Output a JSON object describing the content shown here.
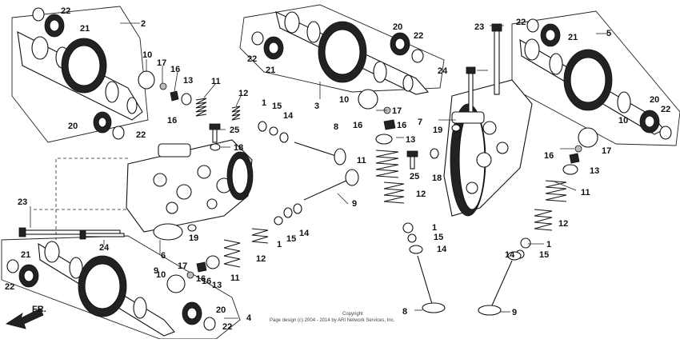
{
  "diagram": {
    "direction_label": "FR.",
    "copyright_line1": "Copyright",
    "copyright_line2": "Page design (c) 2004 - 2014 by ARI Network Services, Inc.",
    "callouts": [
      {
        "id": "c1",
        "text": "22"
      },
      {
        "id": "c2",
        "text": "21"
      },
      {
        "id": "c3",
        "text": "2"
      },
      {
        "id": "c4",
        "text": "10"
      },
      {
        "id": "c5",
        "text": "17"
      },
      {
        "id": "c6",
        "text": "16"
      },
      {
        "id": "c7",
        "text": "13"
      },
      {
        "id": "c8",
        "text": "16"
      },
      {
        "id": "c9",
        "text": "11"
      },
      {
        "id": "c10",
        "text": "12"
      },
      {
        "id": "c11",
        "text": "20"
      },
      {
        "id": "c12",
        "text": "22"
      },
      {
        "id": "c13",
        "text": "25"
      },
      {
        "id": "c14",
        "text": "18"
      },
      {
        "id": "c15",
        "text": "1"
      },
      {
        "id": "c16",
        "text": "15"
      },
      {
        "id": "c17",
        "text": "14"
      },
      {
        "id": "c18",
        "text": "8"
      },
      {
        "id": "c19",
        "text": "20"
      },
      {
        "id": "c20",
        "text": "22"
      },
      {
        "id": "c21",
        "text": "22"
      },
      {
        "id": "c22",
        "text": "21"
      },
      {
        "id": "c23",
        "text": "3"
      },
      {
        "id": "c24",
        "text": "10"
      },
      {
        "id": "c25",
        "text": "17"
      },
      {
        "id": "c26",
        "text": "16"
      },
      {
        "id": "c27",
        "text": "16"
      },
      {
        "id": "c28",
        "text": "13"
      },
      {
        "id": "c29",
        "text": "11"
      },
      {
        "id": "c30",
        "text": "12"
      },
      {
        "id": "c31",
        "text": "25"
      },
      {
        "id": "c32",
        "text": "18"
      },
      {
        "id": "c33",
        "text": "23"
      },
      {
        "id": "c34",
        "text": "24"
      },
      {
        "id": "c35",
        "text": "7"
      },
      {
        "id": "c36",
        "text": "19"
      },
      {
        "id": "c37",
        "text": "22"
      },
      {
        "id": "c38",
        "text": "21"
      },
      {
        "id": "c39",
        "text": "5"
      },
      {
        "id": "c40",
        "text": "20"
      },
      {
        "id": "c41",
        "text": "22"
      },
      {
        "id": "c42",
        "text": "10"
      },
      {
        "id": "c43",
        "text": "17"
      },
      {
        "id": "c44",
        "text": "16"
      },
      {
        "id": "c45",
        "text": "13"
      },
      {
        "id": "c46",
        "text": "11"
      },
      {
        "id": "c47",
        "text": "12"
      },
      {
        "id": "c48",
        "text": "1"
      },
      {
        "id": "c49",
        "text": "15"
      },
      {
        "id": "c50",
        "text": "14"
      },
      {
        "id": "c51",
        "text": "9"
      },
      {
        "id": "c52",
        "text": "1"
      },
      {
        "id": "c53",
        "text": "15"
      },
      {
        "id": "c54",
        "text": "14"
      },
      {
        "id": "c55",
        "text": "8"
      },
      {
        "id": "c56",
        "text": "9"
      },
      {
        "id": "c57",
        "text": "23"
      },
      {
        "id": "c58",
        "text": "24"
      },
      {
        "id": "c59",
        "text": "6"
      },
      {
        "id": "c60",
        "text": "19"
      },
      {
        "id": "c61",
        "text": "12"
      },
      {
        "id": "c62",
        "text": "1"
      },
      {
        "id": "c63",
        "text": "15"
      },
      {
        "id": "c64",
        "text": "14"
      },
      {
        "id": "c65",
        "text": "9"
      },
      {
        "id": "c66",
        "text": "17"
      },
      {
        "id": "c67",
        "text": "16"
      },
      {
        "id": "c68",
        "text": "10"
      },
      {
        "id": "c69",
        "text": "16"
      },
      {
        "id": "c70",
        "text": "13"
      },
      {
        "id": "c71",
        "text": "11"
      },
      {
        "id": "c72",
        "text": "21"
      },
      {
        "id": "c73",
        "text": "22"
      },
      {
        "id": "c74",
        "text": "20"
      },
      {
        "id": "c75",
        "text": "22"
      },
      {
        "id": "c76",
        "text": "4"
      }
    ]
  }
}
